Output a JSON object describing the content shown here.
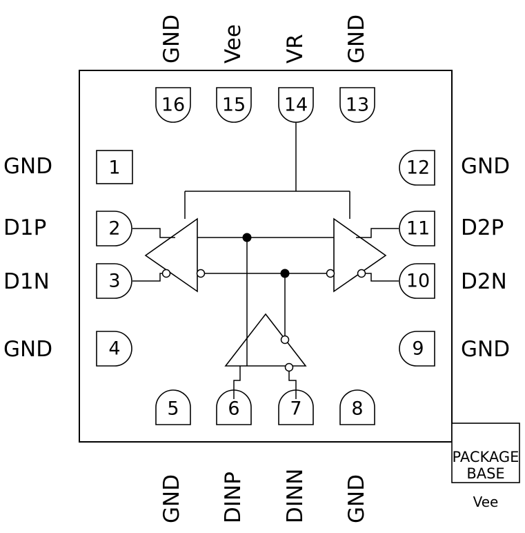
{
  "diagram": {
    "type": "ic-pin-configuration",
    "package_base": {
      "line1": "PACKAGE",
      "line2": "BASE",
      "sublabel": "Vee"
    }
  },
  "pins": {
    "left": [
      {
        "number": "1",
        "signal": "GND",
        "shape": "square"
      },
      {
        "number": "2",
        "signal": "D1P",
        "shape": "rounded-right"
      },
      {
        "number": "3",
        "signal": "D1N",
        "shape": "rounded-right"
      },
      {
        "number": "4",
        "signal": "GND",
        "shape": "rounded-right"
      }
    ],
    "bottom": [
      {
        "number": "5",
        "signal": "GND",
        "shape": "rounded-top"
      },
      {
        "number": "6",
        "signal": "DINP",
        "shape": "rounded-top"
      },
      {
        "number": "7",
        "signal": "DINN",
        "shape": "rounded-top"
      },
      {
        "number": "8",
        "signal": "GND",
        "shape": "rounded-top"
      }
    ],
    "right": [
      {
        "number": "9",
        "signal": "GND",
        "shape": "rounded-left"
      },
      {
        "number": "10",
        "signal": "D2N",
        "shape": "rounded-left"
      },
      {
        "number": "11",
        "signal": "D2P",
        "shape": "rounded-left"
      },
      {
        "number": "12",
        "signal": "GND",
        "shape": "rounded-left"
      }
    ],
    "top": [
      {
        "number": "13",
        "signal": "GND",
        "shape": "rounded-bottom"
      },
      {
        "number": "14",
        "signal": "VR",
        "shape": "rounded-bottom"
      },
      {
        "number": "15",
        "signal": "Vee",
        "shape": "rounded-bottom"
      },
      {
        "number": "16",
        "signal": "GND",
        "shape": "rounded-bottom"
      }
    ]
  },
  "colors": {
    "line": "#000000",
    "background": "#ffffff",
    "fill": "#ffffff"
  }
}
